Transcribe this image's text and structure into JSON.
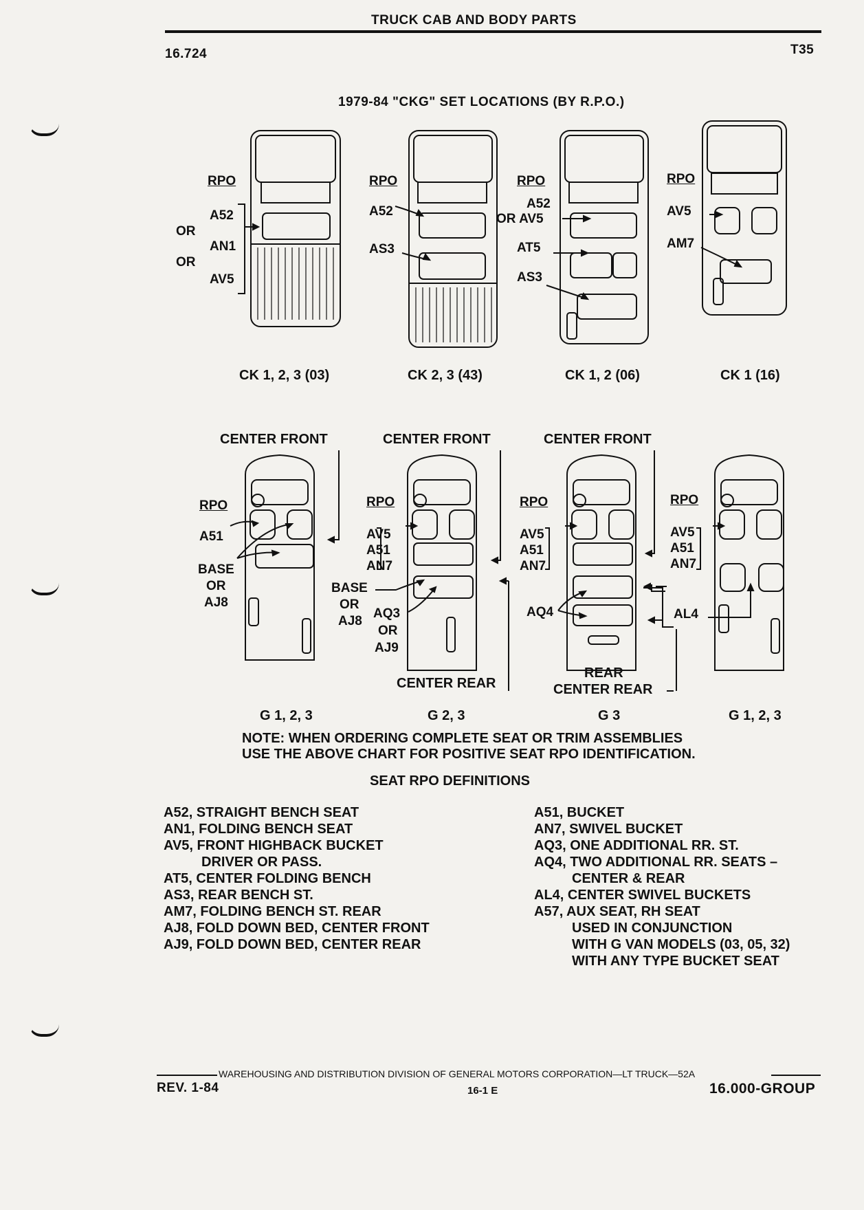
{
  "header": {
    "title": "TRUCK CAB AND BODY PARTS",
    "section_number": "16.724",
    "page_code": "T35"
  },
  "ckg": {
    "title": "1979-84 \"CKG\" SET LOCATIONS (BY R.P.O.)",
    "labels": {
      "rpo": "RPO",
      "or": "OR",
      "or_av5": "OR AV5",
      "a52": "A52",
      "an1": "AN1",
      "av5": "AV5",
      "as3": "AS3",
      "at5": "AT5",
      "am7": "AM7"
    },
    "captions": [
      "CK 1, 2, 3 (03)",
      "CK 2, 3 (43)",
      "CK 1, 2 (06)",
      "CK 1 (16)"
    ]
  },
  "g": {
    "labels": {
      "center_front": "CENTER FRONT",
      "center_rear": "CENTER REAR",
      "rear": "REAR",
      "rpo": "RPO",
      "a51": "A51",
      "av5": "AV5",
      "an7": "AN7",
      "base": "BASE",
      "or": "OR",
      "aj8": "AJ8",
      "aq3": "AQ3",
      "aj9": "AJ9",
      "aq4": "AQ4",
      "al4": "AL4"
    },
    "captions": [
      "G 1, 2, 3",
      "G 2, 3",
      "G 3",
      "G 1, 2, 3"
    ]
  },
  "note": {
    "line1": "NOTE: WHEN ORDERING COMPLETE SEAT OR TRIM ASSEMBLIES",
    "line2": "USE THE ABOVE CHART FOR POSITIVE SEAT RPO IDENTIFICATION."
  },
  "definitions": {
    "title": "SEAT RPO DEFINITIONS",
    "left": [
      "A52, STRAIGHT BENCH SEAT",
      "AN1, FOLDING BENCH SEAT",
      "AV5, FRONT HIGHBACK BUCKET",
      "DRIVER OR PASS.",
      "AT5, CENTER FOLDING BENCH",
      "AS3, REAR BENCH ST.",
      "AM7, FOLDING BENCH ST. REAR",
      "AJ8, FOLD DOWN BED, CENTER FRONT",
      "AJ9, FOLD DOWN BED, CENTER REAR"
    ],
    "right": [
      "A51, BUCKET",
      "AN7, SWIVEL BUCKET",
      "AQ3, ONE ADDITIONAL RR. ST.",
      "AQ4, TWO ADDITIONAL RR. SEATS –",
      "CENTER & REAR",
      "AL4, CENTER SWIVEL BUCKETS",
      "A57, AUX SEAT, RH SEAT",
      "USED IN CONJUNCTION",
      "WITH G VAN MODELS (03, 05, 32)",
      "WITH ANY TYPE BUCKET SEAT"
    ]
  },
  "footer": {
    "division": "WAREHOUSING AND DISTRIBUTION DIVISION OF GENERAL MOTORS CORPORATION—LT TRUCK—52A",
    "revision": "REV. 1-84",
    "page": "16-1 E",
    "group": "16.000-GROUP"
  }
}
